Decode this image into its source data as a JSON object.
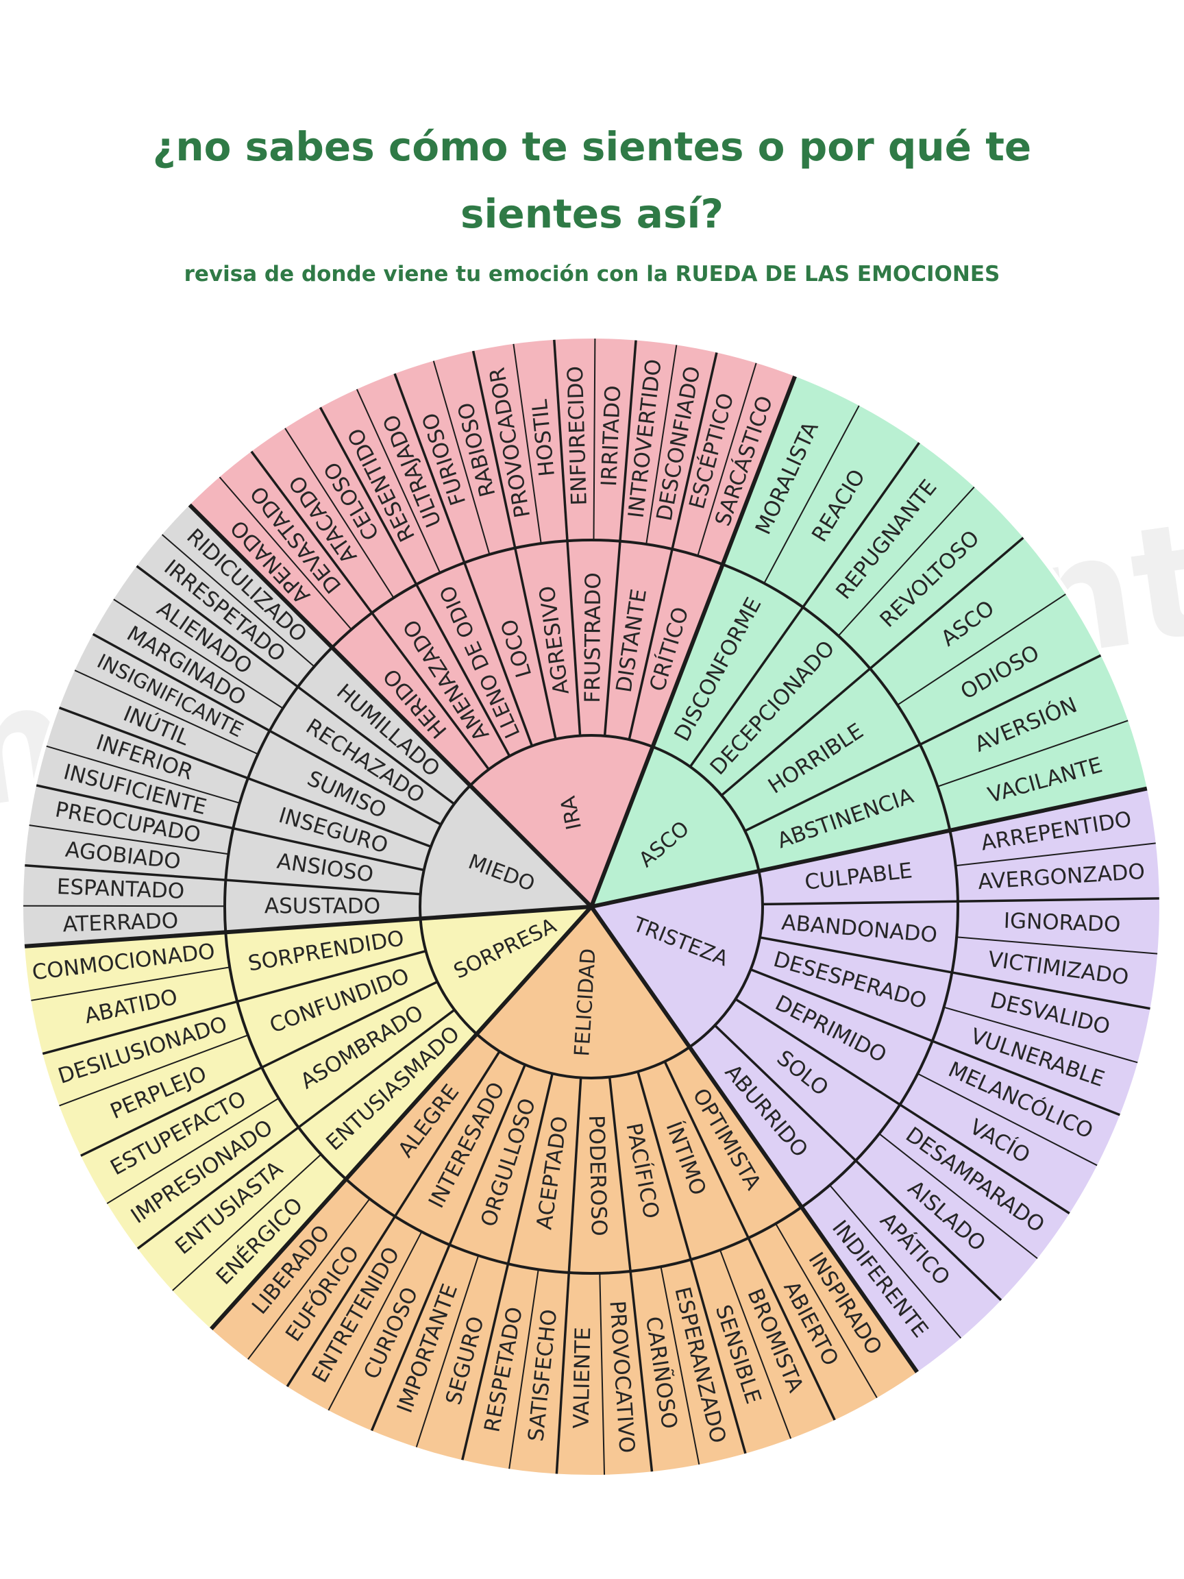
{
  "header": {
    "title": "¿no sabes cómo te sientes o por qué te sientes así?",
    "subtitle": "revisa de donde viene tu emoción con la RUEDA DE LAS EMOCIONES"
  },
  "watermark": "emocionalmente",
  "colors": {
    "title": "#2f7a46",
    "ira": "#f4b6bd",
    "asco": "#b9f0d2",
    "tristeza": "#ddd0f5",
    "felicidad": "#f7c895",
    "sorpresa": "#f8f4b8",
    "miedo": "#dadada",
    "lines": "#1c1c1c"
  },
  "wheel": {
    "sectors": [
      {
        "id": "ira",
        "name": "IRA",
        "color": "#f4b6bd",
        "start": -45,
        "end": 21,
        "subs": [
          {
            "name": "HERIDO",
            "outer": [
              "APENADO",
              "DEVASTADO"
            ]
          },
          {
            "name": "AMENAZADO",
            "outer": [
              "ATACADO",
              "CELOSO"
            ]
          },
          {
            "name": "LLENO DE ODIO",
            "outer": [
              "RESENTIDO",
              "ULTRAJADO"
            ]
          },
          {
            "name": "LOCO",
            "outer": [
              "FURIOSO",
              "RABIOSO"
            ]
          },
          {
            "name": "AGRESIVO",
            "outer": [
              "PROVOCADOR",
              "HOSTIL"
            ]
          },
          {
            "name": "FRUSTRADO",
            "outer": [
              "ENFURECIDO",
              "IRRITADO"
            ]
          },
          {
            "name": "DISTANTE",
            "outer": [
              "INTROVERTIDO",
              "DESCONFIADO"
            ]
          },
          {
            "name": "CRÍTICO",
            "outer": [
              "ESCÉPTICO",
              "SARCÁSTICO"
            ]
          }
        ]
      },
      {
        "id": "asco",
        "name": "ASCO",
        "color": "#b9f0d2",
        "start": 21,
        "end": 78,
        "subs": [
          {
            "name": "DISCONFORME",
            "outer": [
              "MORALISTA",
              "REACIO"
            ]
          },
          {
            "name": "DECEPCIONADO",
            "outer": [
              "REPUGNANTE",
              "REVOLTOSO"
            ]
          },
          {
            "name": "HORRIBLE",
            "outer": [
              "ASCO",
              "ODIOSO"
            ]
          },
          {
            "name": "ABSTINENCIA",
            "outer": [
              "AVERSIÓN",
              "VACILANTE"
            ]
          }
        ]
      },
      {
        "id": "tristeza",
        "name": "TRISTEZA",
        "color": "#ddd0f5",
        "start": 78,
        "end": 145,
        "subs": [
          {
            "name": "CULPABLE",
            "outer": [
              "ARREPENTIDO",
              "AVERGONZADO"
            ]
          },
          {
            "name": "ABANDONADO",
            "outer": [
              "IGNORADO",
              "VICTIMIZADO"
            ]
          },
          {
            "name": "DESESPERADO",
            "outer": [
              "DESVALIDO",
              "VULNERABLE"
            ]
          },
          {
            "name": "DEPRIMIDO",
            "outer": [
              "MELANCÓLICO",
              "VACÍO"
            ]
          },
          {
            "name": "SOLO",
            "outer": [
              "DESAMPARADO",
              "AISLADO"
            ]
          },
          {
            "name": "ABURRIDO",
            "outer": [
              "APÁTICO",
              "INDIFERENTE"
            ]
          }
        ]
      },
      {
        "id": "felicidad",
        "name": "FELICIDAD",
        "color": "#f7c895",
        "start": 145,
        "end": 222,
        "subs": [
          {
            "name": "OPTIMISTA",
            "outer": [
              "INSPIRADO",
              "ABIERTO"
            ]
          },
          {
            "name": "ÍNTIMO",
            "outer": [
              "BROMISTA",
              "SENSIBLE"
            ]
          },
          {
            "name": "PACÍFICO",
            "outer": [
              "ESPERANZADO",
              "CARIÑOSO"
            ]
          },
          {
            "name": "PODEROSO",
            "outer": [
              "PROVOCATIVO",
              "VALIENTE"
            ]
          },
          {
            "name": "ACEPTADO",
            "outer": [
              "SATISFECHO",
              "RESPETADO"
            ]
          },
          {
            "name": "ORGULLOSO",
            "outer": [
              "SEGURO",
              "IMPORTANTE"
            ]
          },
          {
            "name": "INTERESADO",
            "outer": [
              "CURIOSO",
              "ENTRETENIDO"
            ]
          },
          {
            "name": "ALEGRE",
            "outer": [
              "EUFÓRICO",
              "LIBERADO"
            ]
          }
        ]
      },
      {
        "id": "sorpresa",
        "name": "SORPRESA",
        "color": "#f8f4b8",
        "start": 222,
        "end": 266,
        "subs": [
          {
            "name": "ENTUSIASMADO",
            "outer": [
              "ENÉRGICO",
              "ENTUSIASTA"
            ]
          },
          {
            "name": "ASOMBRADO",
            "outer": [
              "IMPRESIONADO",
              "ESTUPEFACTO"
            ]
          },
          {
            "name": "CONFUNDIDO",
            "outer": [
              "PERPLEJO",
              "DESILUSIONADO"
            ]
          },
          {
            "name": "SORPRENDIDO",
            "outer": [
              "ABATIDO",
              "CONMOCIONADO"
            ]
          }
        ]
      },
      {
        "id": "miedo",
        "name": "MIEDO",
        "color": "#dadada",
        "start": 266,
        "end": 315,
        "subs": [
          {
            "name": "ASUSTADO",
            "outer": [
              "ATERRADO",
              "ESPANTADO"
            ]
          },
          {
            "name": "ANSIOSO",
            "outer": [
              "AGOBIADO",
              "PREOCUPADO"
            ]
          },
          {
            "name": "INSEGURO",
            "outer": [
              "INSUFICIENTE",
              "INFERIOR"
            ]
          },
          {
            "name": "SUMISO",
            "outer": [
              "INÚTIL",
              "INSIGNIFICANTE"
            ]
          },
          {
            "name": "RECHAZADO",
            "outer": [
              "MARGINADO",
              "ALIENADO"
            ]
          },
          {
            "name": "HUMILLADO",
            "outer": [
              "IRRESPETADO",
              "RIDICULIZADO"
            ]
          }
        ]
      }
    ]
  }
}
